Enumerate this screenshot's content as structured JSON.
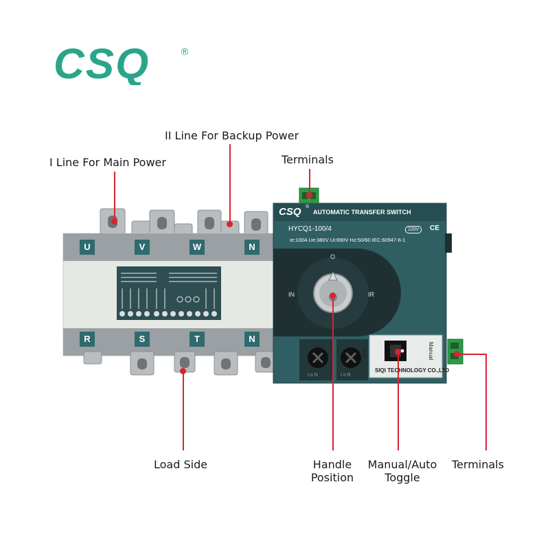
{
  "brand": {
    "name": "CSQ",
    "registered": "®",
    "color": "#2aa58b"
  },
  "callouts": {
    "main_power": "I Line For Main Power",
    "backup_power": "II Line For Backup Power",
    "terminals_top": "Terminals",
    "load_side": "Load Side",
    "handle_line1": "Handle",
    "handle_line2": "Position",
    "toggle_line1": "Manual/Auto",
    "toggle_line2": "Toggle",
    "terminals_right": "Terminals"
  },
  "switch_body": {
    "top_phases": [
      "U",
      "V",
      "W",
      "N"
    ],
    "bottom_phases": [
      "R",
      "S",
      "T",
      "N"
    ]
  },
  "controller": {
    "brand": "CSQ",
    "registered": "®",
    "title": "AUTOMATIC TRANSFER SWITCH",
    "model": "HYCQ1-100/4",
    "voltage_badge": "220V",
    "ce_mark": "CE",
    "spec_line": "Ie:100A  Ue:380V  Ui:690V  Hz:50/60  IEC:60947-6-1",
    "pos_zero": "O",
    "pos_in": "IN",
    "pos_ir": "IR",
    "btn_in": "I o N",
    "btn_ir": "I o R",
    "auto_label": "Auto",
    "manual_label": "Manual",
    "maker": "SIQI TECHNOLOGY CO.,LTD"
  },
  "colors": {
    "accent": "#d9232e",
    "panel": "#2f5f63",
    "body": "#e6e8e4",
    "band": "#9aa0a3"
  }
}
